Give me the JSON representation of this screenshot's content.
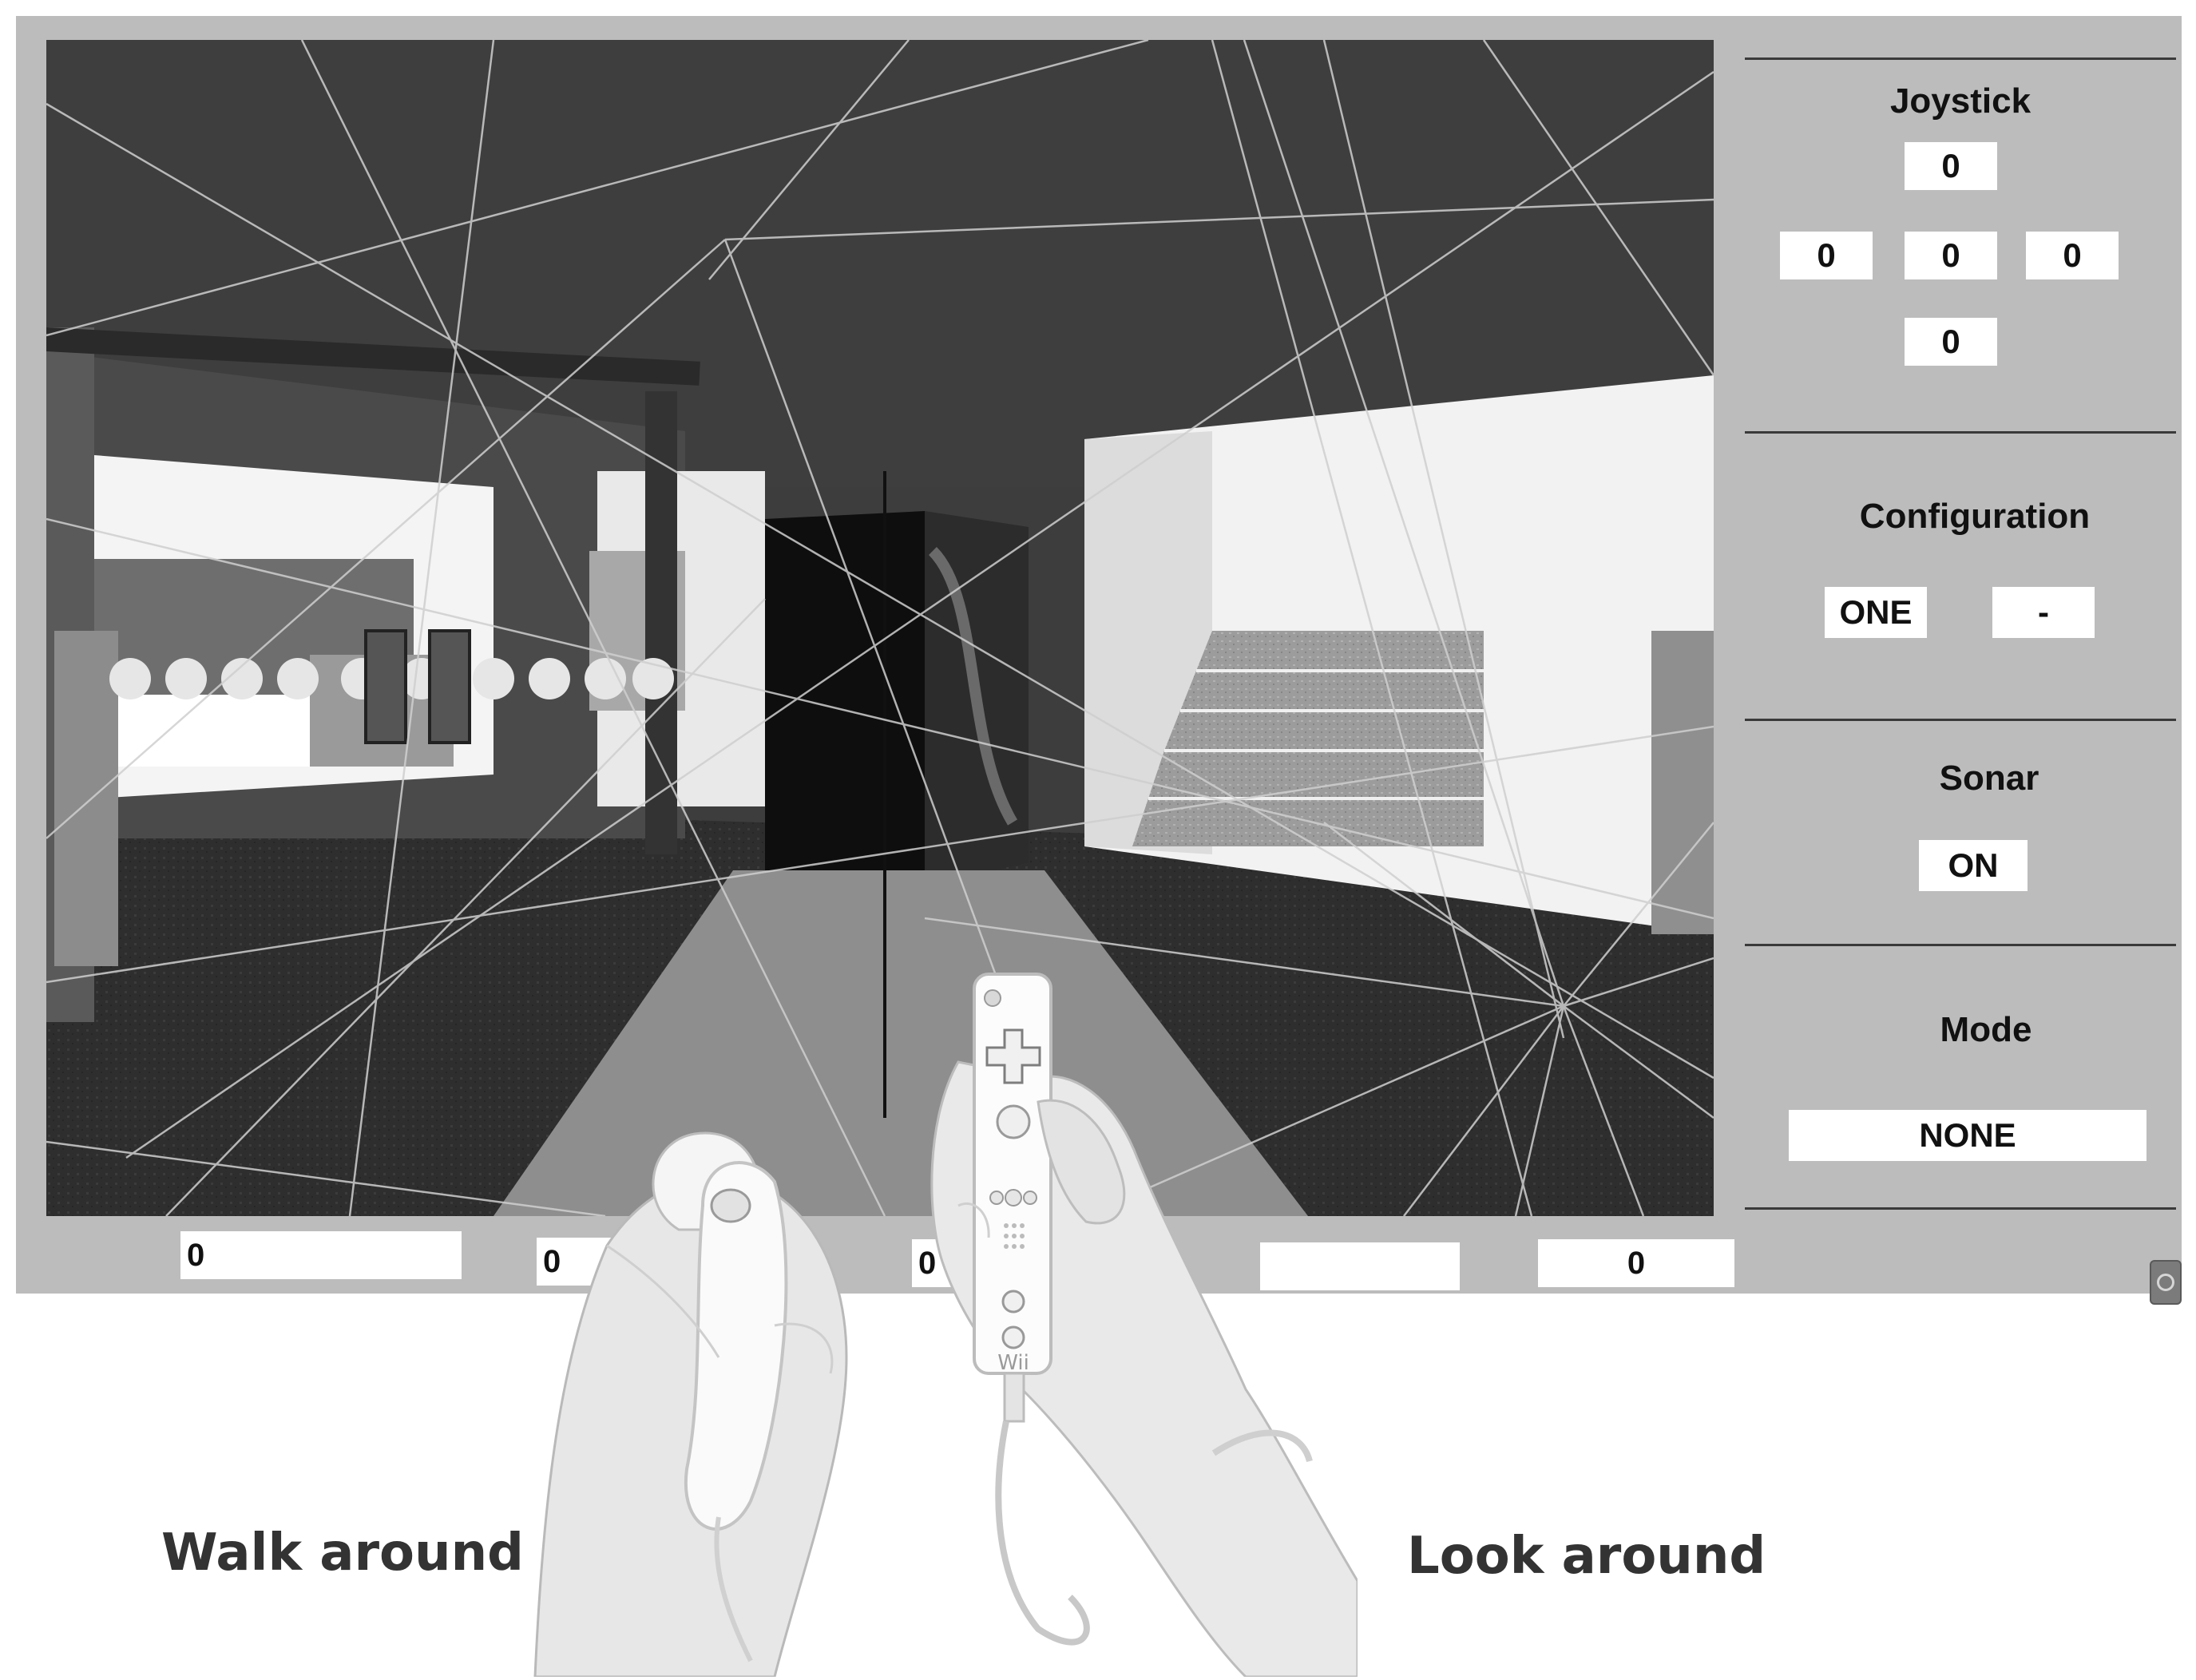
{
  "panel": {
    "joystick": {
      "title": "Joystick",
      "up": "0",
      "left": "0",
      "center": "0",
      "right": "0",
      "down": "0"
    },
    "configuration": {
      "title": "Configuration",
      "value": "ONE",
      "secondary": "-"
    },
    "sonar": {
      "title": "Sonar",
      "value": "ON"
    },
    "mode": {
      "title": "Mode",
      "value": "NONE"
    }
  },
  "status_bar": {
    "field1": "0",
    "field2": "0",
    "field3": "0",
    "field4": "",
    "field5": "0"
  },
  "captions": {
    "left": "Walk around",
    "right": "Look around"
  },
  "controller": {
    "brand": "Wii"
  }
}
